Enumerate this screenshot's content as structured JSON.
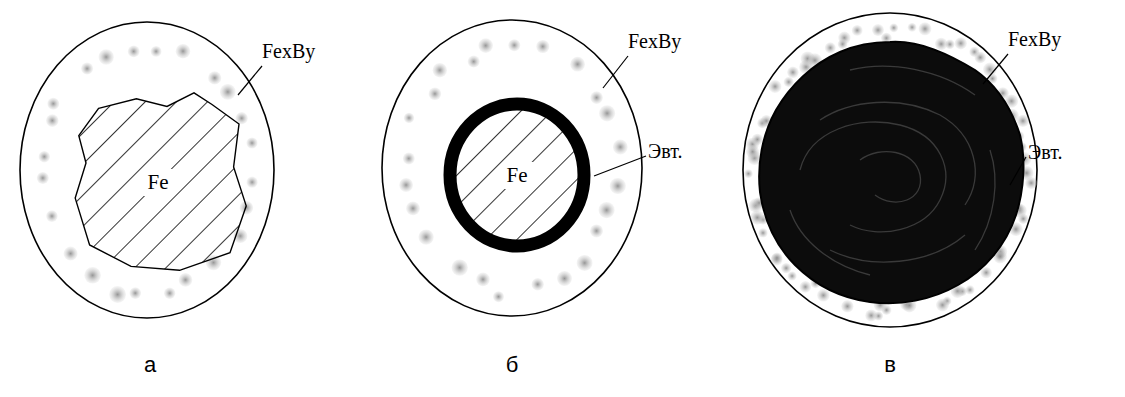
{
  "diagram": {
    "nodes": [
      {
        "text": [
          "Fe"
        ]
      },
      {
        "text": [
          "Fe"
        ]
      }
    ],
    "labels": [
      "FexBy",
      "а",
      "FexBy",
      "Эвт.",
      "б",
      "FexBy",
      "Эвт.",
      "в"
    ]
  }
}
